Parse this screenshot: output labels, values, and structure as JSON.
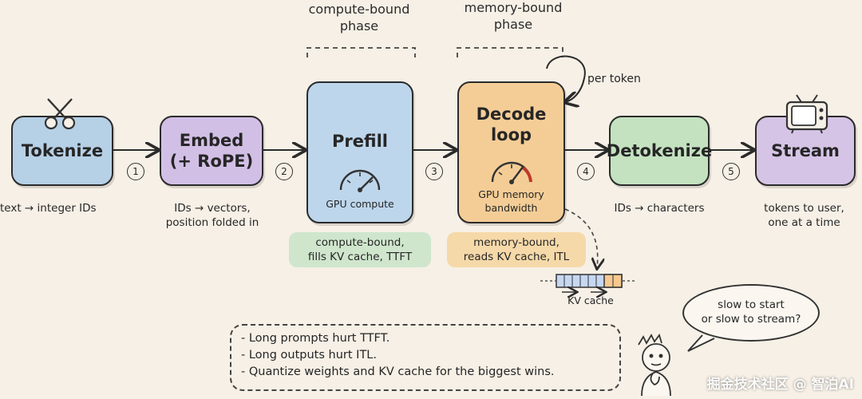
{
  "colors": {
    "background": "#f6f0e6",
    "tokenize": "#b6d0e6",
    "embed": "#d2bfe6",
    "prefill": "#bdd6ec",
    "decode": "#f4cd96",
    "detokenize": "#c4e2c0",
    "stream": "#d6c4e6",
    "compute_highlight": "#cfe6cd",
    "memory_highlight": "#f6d9a9",
    "kv_cell_fill": "#c6d7f2",
    "kv_cell_hot": "#f5c98f",
    "gauge_needle_hot": "#c0392b"
  },
  "phases": {
    "compute": "compute-bound\nphase",
    "memory": "memory-bound\nphase"
  },
  "loop_label": "per token",
  "stages": [
    {
      "id": "tokenize",
      "label": "Tokenize",
      "caption": "text → integer IDs",
      "icon": "scissors-icon"
    },
    {
      "id": "embed",
      "label": "Embed\n(+ RoPE)",
      "caption": "IDs → vectors,\nposition folded in"
    },
    {
      "id": "prefill",
      "label": "Prefill",
      "gauge_label": "GPU compute",
      "icon": "gauge-icon"
    },
    {
      "id": "decode",
      "label": "Decode\nloop",
      "gauge_label": "GPU memory\nbandwidth",
      "icon": "gauge-icon"
    },
    {
      "id": "detokenize",
      "label": "Detokenize",
      "caption": "IDs → characters"
    },
    {
      "id": "stream",
      "label": "Stream",
      "caption": "tokens to user,\none at a time",
      "icon": "tv-icon"
    }
  ],
  "steps": [
    "1",
    "2",
    "3",
    "4",
    "5"
  ],
  "highlights": {
    "compute": "compute-bound,\nfills KV cache, TTFT",
    "memory": "memory-bound,\nreads KV cache, ITL"
  },
  "kv_cache_label": "KV cache",
  "tips": [
    "- Long prompts hurt TTFT.",
    "- Long outputs hurt ITL.",
    "- Quantize weights and KV cache for the biggest wins."
  ],
  "speech_bubble": "slow to start\nor slow to stream?",
  "watermark": "掘金技术社区 @ 智泊AI"
}
